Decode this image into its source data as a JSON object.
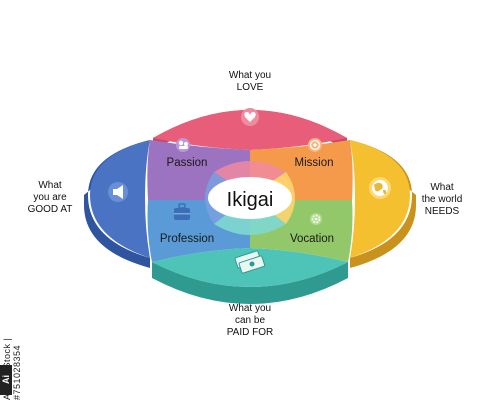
{
  "diagram": {
    "center": "Ikigai",
    "overlaps": {
      "passion": "Passion",
      "mission": "Mission",
      "profession": "Profession",
      "vocation": "Vocation"
    },
    "outer_labels": {
      "love": "What you\nLOVE",
      "good_at": "What\nyou are\nGOOD AT",
      "needs": "What\nthe world\nNEEDS",
      "paid": "What you\ncan be\nPAID FOR"
    },
    "colors": {
      "love": "#e85d7a",
      "good_at": "#4a73c4",
      "needs": "#f4c030",
      "paid": "#4ec4b8",
      "passion": "#9b73c0",
      "mission": "#f59a4a",
      "profession": "#5a9ad6",
      "vocation": "#93c86a"
    },
    "icons": {
      "love": "heart-icon",
      "good_at": "megaphone-icon",
      "needs": "globe-icon",
      "paid": "money-icon",
      "passion": "people-icon",
      "mission": "target-icon",
      "profession": "briefcase-icon",
      "vocation": "gear-icon"
    }
  },
  "watermark": {
    "stock_id": "Adobe Stock | #751028354",
    "logo": "Ai"
  }
}
